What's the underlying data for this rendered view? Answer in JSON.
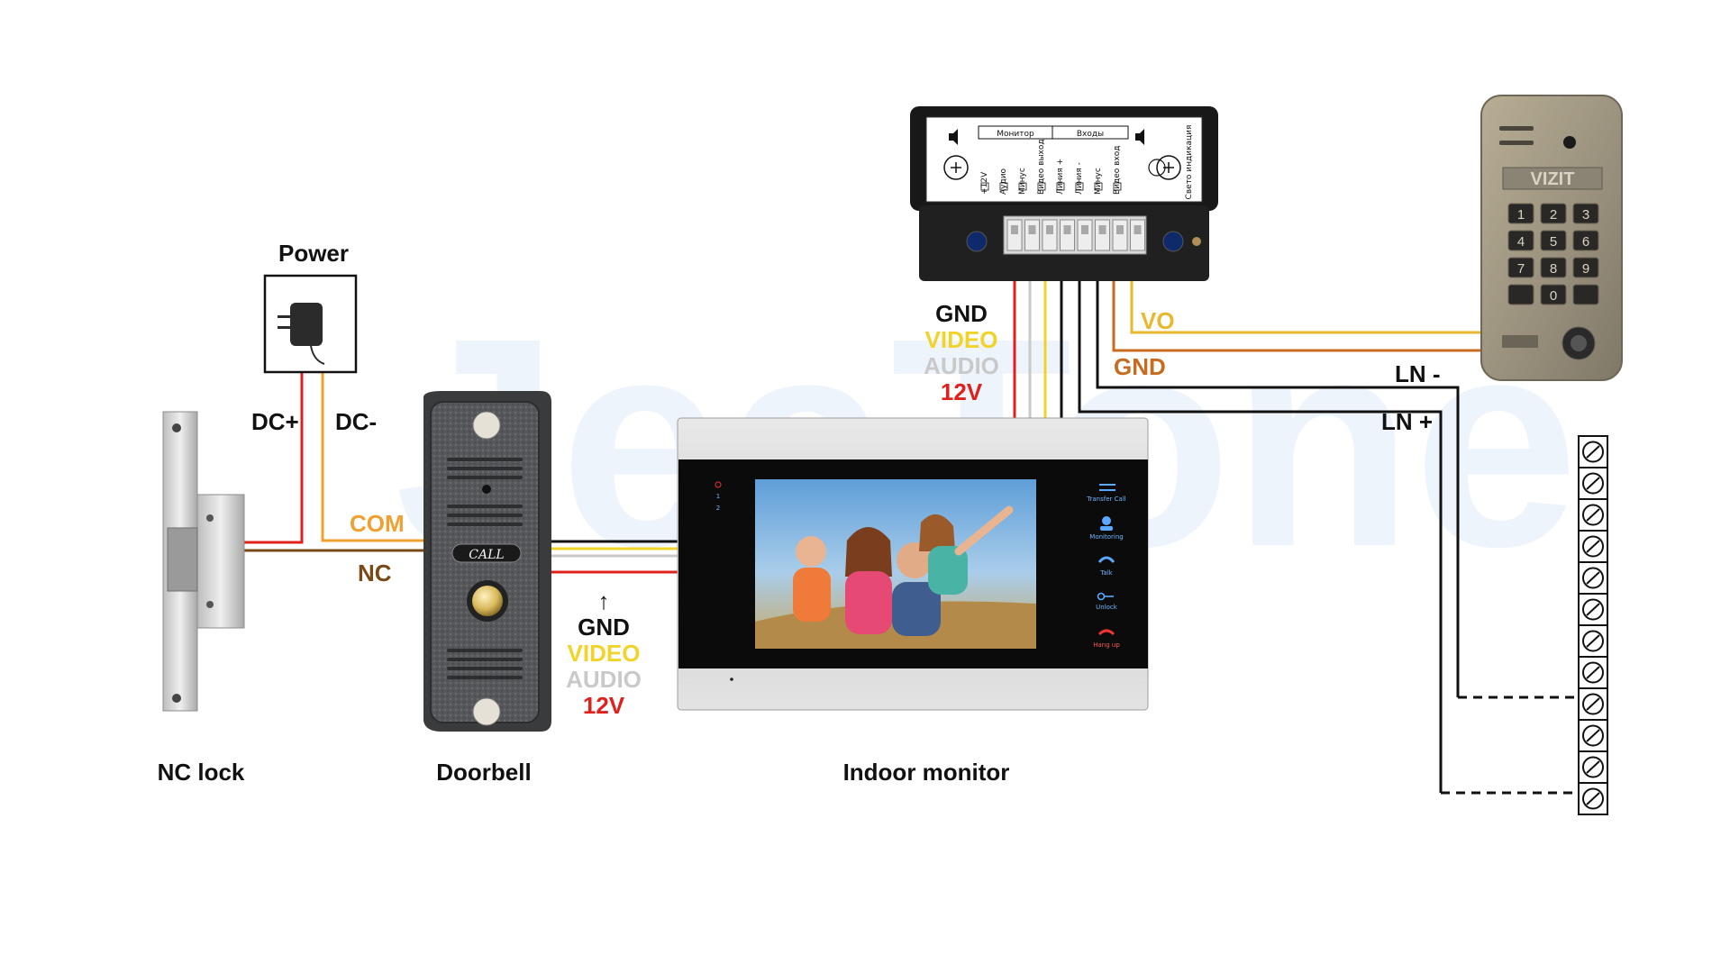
{
  "colors": {
    "red": "#e0201c",
    "yellow": "#f2d32a",
    "gray": "#c9c9c9",
    "black": "#111111",
    "orange": "#f0a030",
    "brown": "#7a4a16",
    "vo": "#e8b82e",
    "gnd_orange": "#c86b1e"
  },
  "watermark": "JeaTone",
  "power": {
    "title": "Power",
    "dc_plus": "DC+",
    "dc_minus": "DC-"
  },
  "lock": {
    "com": "COM",
    "nc": "NC"
  },
  "doorbell": {
    "call": "CALL"
  },
  "doorbell_wires": {
    "arrow": "↑",
    "gnd": "GND",
    "video": "VIDEO",
    "audio": "AUDIO",
    "v12": "12V"
  },
  "adapter_wires": {
    "gnd": "GND",
    "video": "VIDEO",
    "audio": "AUDIO",
    "v12": "12V"
  },
  "module": {
    "group_monitor": "Монитор",
    "group_inputs": "Входы",
    "terminals": [
      "+12V",
      "Аудио",
      "Минус",
      "Видео выход",
      "Линия +",
      "Линия -",
      "Минус",
      "Видео вход"
    ],
    "indicator": "Свето индикация"
  },
  "panel": {
    "brand": "VIZIT",
    "keys": [
      "1",
      "2",
      "3",
      "4",
      "5",
      "6",
      "7",
      "8",
      "9",
      "",
      "0",
      ""
    ]
  },
  "line_labels": {
    "vo": "VO",
    "gnd": "GND",
    "ln_minus": "LN -",
    "ln_plus": "LN +"
  },
  "monitor": {
    "indicators": [
      "1",
      "2"
    ],
    "buttons": [
      "Transfer Call",
      "Monitoring",
      "Talk",
      "Unlock",
      "Hang up"
    ]
  },
  "captions": {
    "lock": "NC lock",
    "doorbell": "Doorbell",
    "monitor": "Indoor monitor"
  }
}
